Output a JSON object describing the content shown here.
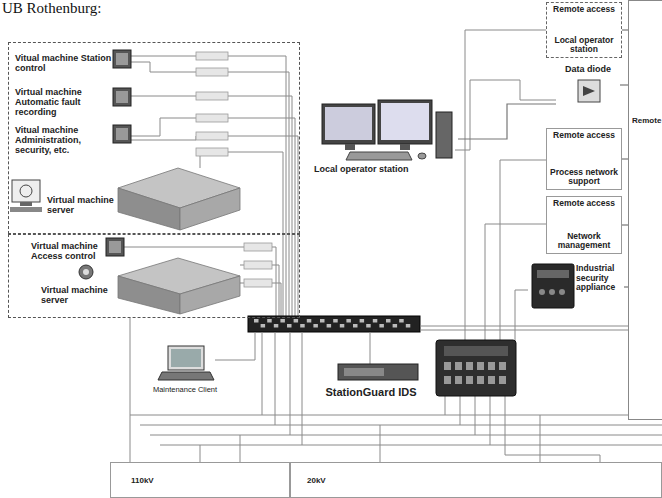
{
  "diagram": {
    "title": "UB Rothenburg:",
    "nodes": [
      {
        "text": []
      },
      {
        "text": [
          "Vitual machine Station control"
        ],
        "in": 0
      },
      {
        "text": [
          "Virtual machine Automatic fault recording"
        ],
        "in": 0
      },
      {
        "text": [
          "Vitual machine Administration, security, etc."
        ],
        "in": 0
      },
      {
        "text": [
          "Virtual machine server"
        ],
        "in": 0
      },
      {
        "text": []
      },
      {
        "text": [
          "Virtual machine Access control"
        ],
        "in": 5
      },
      {
        "text": [
          "Virtual machine server"
        ],
        "in": 5
      },
      {
        "text": [
          "Remote access",
          "Local operator station"
        ]
      },
      {
        "text": [
          "Local operator station"
        ]
      },
      {
        "text": [
          "Data diode"
        ]
      },
      {
        "text": [
          "Remote"
        ]
      },
      {
        "text": [
          "Remote access",
          "Process network support"
        ]
      },
      {
        "text": [
          "Remote access",
          "Network management"
        ]
      },
      {
        "text": [
          "Industrial security appliance"
        ]
      },
      {
        "text": [
          "Maintenance Client"
        ]
      },
      {
        "text": [
          "StationGuard IDS"
        ]
      },
      {
        "text": [
          "110kV"
        ]
      },
      {
        "text": [
          "20kV"
        ]
      }
    ],
    "edges": [
      {
        "from": 9,
        "to": 10,
        "arrow": "none"
      },
      {
        "from": 10,
        "to": 11,
        "arrow": "none"
      },
      {
        "from": 8,
        "to": 11,
        "arrow": "none"
      },
      {
        "from": 12,
        "to": 11,
        "arrow": "none"
      },
      {
        "from": 13,
        "to": 11,
        "arrow": "none"
      },
      {
        "from": 14,
        "to": 11,
        "arrow": "none"
      }
    ]
  }
}
